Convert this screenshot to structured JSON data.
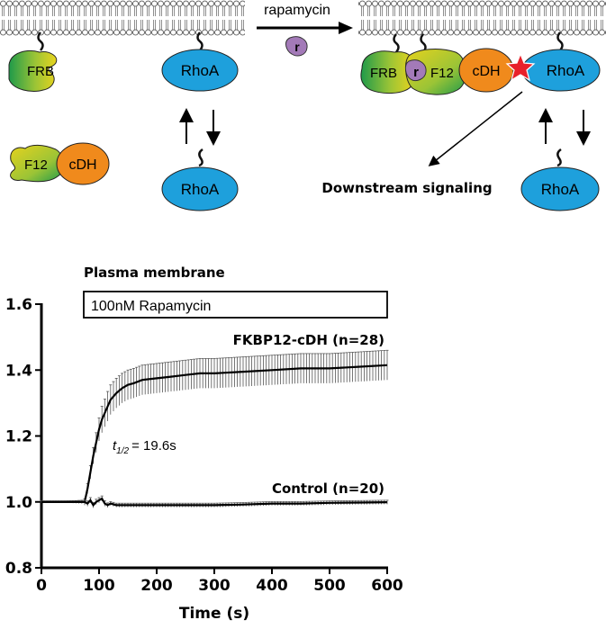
{
  "diagram": {
    "drug_label": "rapamycin",
    "drug_symbol": "r",
    "proteins": {
      "frb": "FRB",
      "f12": "F12",
      "cdh": "cDH",
      "rhoa": "RhoA"
    },
    "downstream_label": "Downstream signaling",
    "colors": {
      "rhoa_blue": "#1ea0dc",
      "cdh_orange": "#f08a1c",
      "green": "#2fa84a",
      "yellow": "#e6d21e",
      "rapamycin_purple": "#a37ab8",
      "star_red": "#e8202a"
    }
  },
  "panel_title": "Plasma membrane",
  "treatment_box_label": "100nM Rapamycin",
  "annotation": {
    "t_half_symbol": "t",
    "t_half_sub": "1/2",
    "t_half_value": "= 19.6s"
  },
  "chart_data": {
    "type": "line",
    "title": "Plasma membrane",
    "xlabel": "Time (s)",
    "ylabel": "",
    "xlim": [
      0,
      600
    ],
    "ylim": [
      0.8,
      1.6
    ],
    "xticks": [
      0,
      100,
      200,
      300,
      400,
      500,
      600
    ],
    "yticks": [
      0.8,
      1.0,
      1.2,
      1.4,
      1.6
    ],
    "xtick_labels": [
      "0",
      "100",
      "200",
      "300",
      "400",
      "500",
      "600"
    ],
    "ytick_labels": [
      "0.8",
      "1.0",
      "1.2",
      "1.4",
      "1.6"
    ],
    "treatment_interval": [
      75,
      600
    ],
    "grid": false,
    "series": [
      {
        "name": "FKBP12-cDH (n=28)",
        "color": "#000000",
        "x": [
          0,
          20,
          40,
          60,
          70,
          75,
          80,
          85,
          90,
          95,
          100,
          105,
          110,
          115,
          120,
          130,
          140,
          150,
          160,
          175,
          200,
          225,
          250,
          275,
          300,
          350,
          400,
          450,
          500,
          550,
          600
        ],
        "y": [
          1.0,
          1.0,
          1.0,
          1.0,
          1.0,
          1.0,
          1.04,
          1.09,
          1.14,
          1.18,
          1.22,
          1.25,
          1.27,
          1.29,
          1.31,
          1.33,
          1.345,
          1.355,
          1.36,
          1.37,
          1.375,
          1.38,
          1.385,
          1.39,
          1.39,
          1.395,
          1.4,
          1.405,
          1.405,
          1.41,
          1.415
        ],
        "error": [
          0.003,
          0.003,
          0.003,
          0.003,
          0.005,
          0.01,
          0.015,
          0.02,
          0.025,
          0.03,
          0.035,
          0.04,
          0.042,
          0.045,
          0.045,
          0.045,
          0.045,
          0.045,
          0.045,
          0.045,
          0.045,
          0.045,
          0.045,
          0.045,
          0.045,
          0.045,
          0.045,
          0.045,
          0.045,
          0.045,
          0.045
        ]
      },
      {
        "name": "Control (n=20)",
        "color": "#000000",
        "x": [
          0,
          20,
          40,
          60,
          75,
          80,
          85,
          90,
          95,
          100,
          105,
          110,
          115,
          120,
          130,
          150,
          175,
          200,
          250,
          300,
          350,
          400,
          450,
          500,
          550,
          600
        ],
        "y": [
          1.0,
          1.0,
          1.0,
          1.0,
          1.0,
          0.995,
          1.005,
          0.99,
          1.0,
          1.005,
          1.01,
          0.995,
          0.99,
          0.995,
          0.99,
          0.99,
          0.99,
          0.99,
          0.99,
          0.99,
          0.992,
          0.995,
          0.995,
          0.997,
          0.998,
          0.999
        ],
        "error": [
          0.003,
          0.003,
          0.003,
          0.004,
          0.005,
          0.008,
          0.008,
          0.008,
          0.008,
          0.008,
          0.008,
          0.008,
          0.007,
          0.006,
          0.006,
          0.006,
          0.006,
          0.006,
          0.006,
          0.006,
          0.006,
          0.006,
          0.006,
          0.006,
          0.006,
          0.006
        ]
      }
    ]
  }
}
